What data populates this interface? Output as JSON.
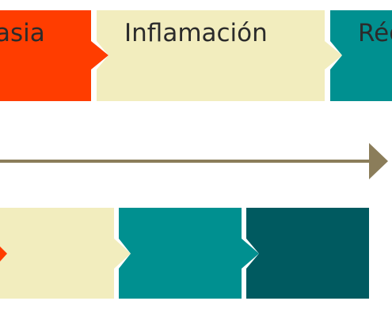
{
  "diagram": {
    "colors": {
      "red": "#ff3d00",
      "cream": "#f2edbe",
      "teal": "#009090",
      "dark_teal": "#005a60",
      "arrow": "#8b7d5a",
      "text": "#2b2b2b"
    },
    "top_row": {
      "labels": [
        "asia",
        "Inflamación",
        "Rég"
      ]
    }
  }
}
